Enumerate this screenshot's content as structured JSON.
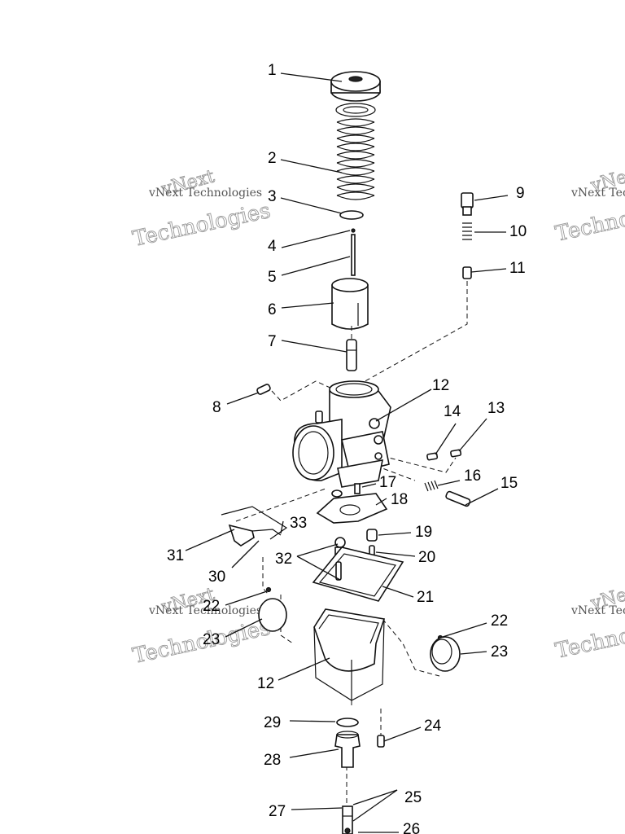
{
  "watermark": {
    "line1": "vNext Technologies",
    "line2": "Technologies",
    "line3": "vNext"
  },
  "labels": {
    "l1": "1",
    "l2": "2",
    "l3": "3",
    "l4": "4",
    "l5": "5",
    "l6": "6",
    "l7": "7",
    "l8": "8",
    "l9": "9",
    "l10": "10",
    "l11": "11",
    "l12a": "12",
    "l12b": "12",
    "l13": "13",
    "l14": "14",
    "l15": "15",
    "l16": "16",
    "l17": "17",
    "l18": "18",
    "l19": "19",
    "l20": "20",
    "l21": "21",
    "l22a": "22",
    "l22b": "22",
    "l23a": "23",
    "l23b": "23",
    "l24": "24",
    "l25": "25",
    "l26": "26",
    "l27": "27",
    "l28": "28",
    "l29": "29",
    "l30": "30",
    "l31": "31",
    "l32": "32",
    "l33": "33"
  }
}
